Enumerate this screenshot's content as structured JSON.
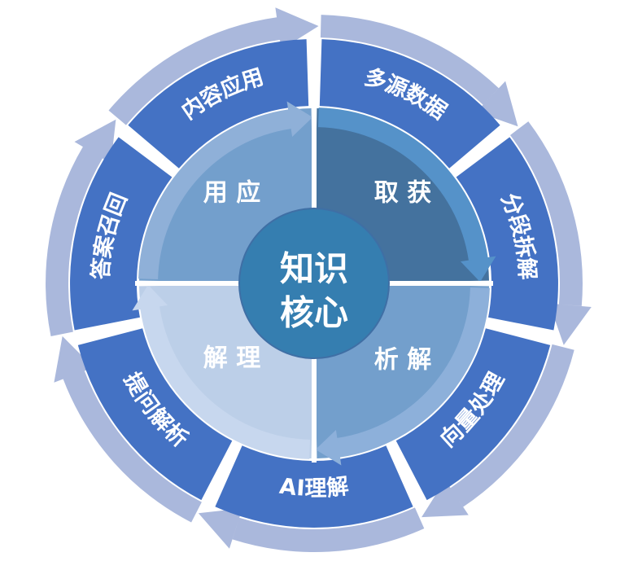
{
  "center": {
    "line1": "知识",
    "line2": "核心"
  },
  "quadrants": [
    {
      "label": "取 获",
      "color": "#44729e",
      "band": "#5592c9"
    },
    {
      "label": "析 解",
      "color": "#739fcc",
      "band": "#8db0da"
    },
    {
      "label": "解 理",
      "color": "#bccfe8",
      "band": "#c7d7ee"
    },
    {
      "label": "用 应",
      "color": "#739fcc",
      "band": "#8fb0d8"
    }
  ],
  "segments": [
    {
      "label": "多源数据"
    },
    {
      "label": "分段拆解"
    },
    {
      "label": "向量处理"
    },
    {
      "label": "AI理解"
    },
    {
      "label": "提问解析"
    },
    {
      "label": "答案召回"
    },
    {
      "label": "内容应用"
    }
  ],
  "colors": {
    "segment": "#4472c4",
    "outer_arrow": "#aab8dc",
    "center": "#357eb0",
    "center_border": "#3f6fa5",
    "background": "#ffffff"
  }
}
